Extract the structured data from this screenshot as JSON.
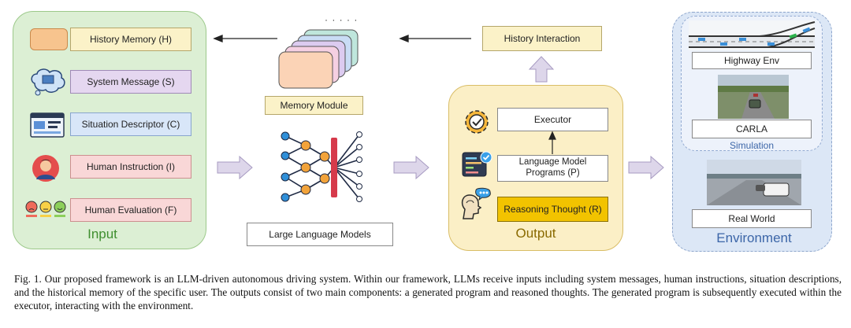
{
  "input": {
    "title": "Input",
    "items": [
      {
        "label": "History Memory (H)",
        "icon": "orange-block-icon"
      },
      {
        "label": "System Message (S)",
        "icon": "brain-icon"
      },
      {
        "label": "Situation Descriptor (C)",
        "icon": "dashboard-icon"
      },
      {
        "label": "Human Instruction (I)",
        "icon": "person-icon"
      },
      {
        "label": "Human Evaluation (F)",
        "icon": "emoji-rating-icon"
      }
    ]
  },
  "memory": {
    "label": "Memory Module",
    "dots": "· · · · ·"
  },
  "llm": {
    "label": "Large Language Models"
  },
  "history_interaction": {
    "label": "History Interaction"
  },
  "output": {
    "title": "Output",
    "executor": "Executor",
    "programs_line1": "Language Model",
    "programs_line2": "Programs (P)",
    "reasoning": "Reasoning Thought (R)"
  },
  "environment": {
    "title": "Environment",
    "simulation": "Simulation",
    "highway": "Highway Env",
    "carla": "CARLA",
    "real_world": "Real World"
  },
  "caption": "Fig. 1.   Our proposed framework is an LLM-driven autonomous driving system. Within our framework, LLMs receive inputs including system messages, human instructions, situation descriptions, and the historical memory of the specific user. The outputs consist of two main components: a generated program and reasoned thoughts. The generated program is subsequently executed within the executor, interacting with the environment.",
  "colors": {
    "input_bg": "#dcefd4",
    "output_bg": "#fbefc6",
    "env_bg": "#dce7f6",
    "reasoning_bg": "#f2c300",
    "input_title": "#3f8f2f",
    "output_title": "#8a6a00",
    "env_title": "#3c66a8"
  }
}
